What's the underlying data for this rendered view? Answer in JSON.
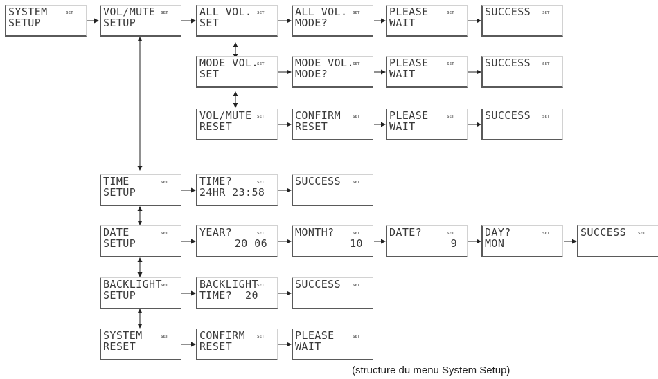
{
  "set_label": "SET",
  "caption": "(structure du menu System Setup)",
  "screens": {
    "system_setup": [
      "SYSTEM",
      "SETUP"
    ],
    "vol_mute_setup": [
      "VOL/MUTE",
      "SETUP"
    ],
    "all_vol_set": [
      "ALL VOL.",
      "SET"
    ],
    "all_vol_mode": [
      "ALL VOL.",
      "MODE?"
    ],
    "all_vol_wait": [
      "PLEASE",
      "WAIT"
    ],
    "all_vol_success": [
      "SUCCESS",
      ""
    ],
    "mode_vol_set": [
      "MODE VOL.",
      "SET"
    ],
    "mode_vol_mode": [
      "MODE VOL.",
      "MODE?"
    ],
    "mode_vol_wait": [
      "PLEASE",
      "WAIT"
    ],
    "mode_vol_success": [
      "SUCCESS",
      ""
    ],
    "vol_mute_reset": [
      "VOL/MUTE",
      "RESET"
    ],
    "vol_mute_confirm": [
      "CONFIRM",
      "RESET"
    ],
    "vol_mute_wait": [
      "PLEASE",
      "WAIT"
    ],
    "vol_mute_success": [
      "SUCCESS",
      ""
    ],
    "time_setup": [
      "TIME",
      "SETUP"
    ],
    "time_value": [
      "TIME?",
      "24HR 23:58"
    ],
    "time_success": [
      "SUCCESS",
      ""
    ],
    "date_setup": [
      "DATE",
      "SETUP"
    ],
    "date_year": [
      "YEAR?",
      "20 06"
    ],
    "date_month": [
      "MONTH?",
      "10"
    ],
    "date_date": [
      "DATE?",
      "9"
    ],
    "date_day": [
      "DAY?",
      "MON"
    ],
    "date_success": [
      "SUCCESS",
      ""
    ],
    "backlight_setup": [
      "BACKLIGHT",
      "SETUP"
    ],
    "backlight_time": [
      "BACKLIGHT",
      "TIME?  20"
    ],
    "backlight_success": [
      "SUCCESS",
      ""
    ],
    "system_reset": [
      "SYSTEM",
      "RESET"
    ],
    "system_reset_confirm": [
      "CONFIRM",
      "RESET"
    ],
    "system_reset_wait": [
      "PLEASE",
      "WAIT"
    ]
  }
}
